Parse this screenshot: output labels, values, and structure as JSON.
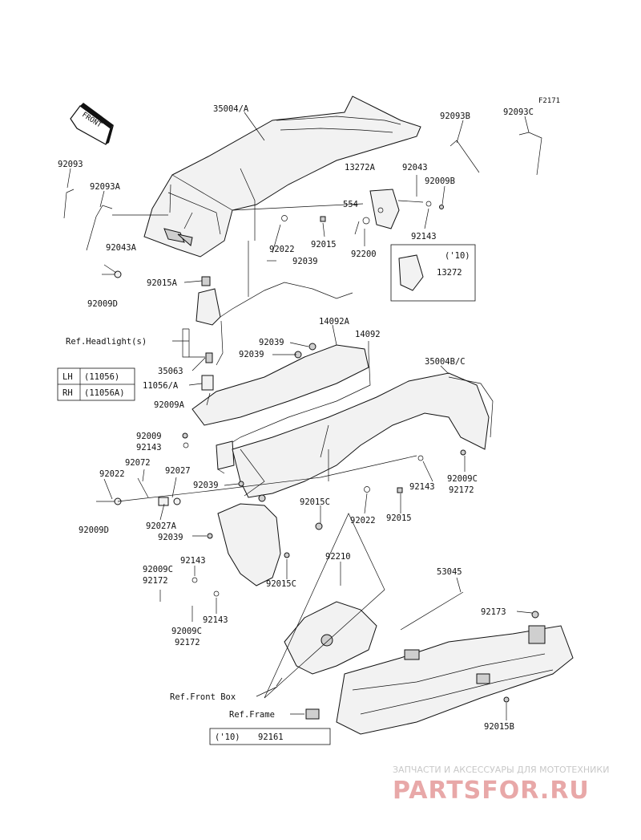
{
  "figure_code": "F2171",
  "front_label": "FRONT",
  "callouts": {
    "c35004A": "35004/A",
    "c92093B": "92093B",
    "c92093C": "92093C",
    "c92093": "92093",
    "c92093A": "92093A",
    "c13272A": "13272A",
    "c92043": "92043",
    "c92009B": "92009B",
    "c554": "554",
    "c92022a": "92022",
    "c92015a": "92015",
    "c92143a": "92143",
    "c92200": "92200",
    "c92039a": "92039",
    "c92043A": "92043A",
    "c92009Da": "92009D",
    "c92015A": "92015A",
    "c10a": "('10)",
    "c13272": "13272",
    "c14092A": "14092A",
    "c14092": "14092",
    "c92039b": "92039",
    "c92039c": "92039",
    "c35063": "35063",
    "c11056A": "11056/A",
    "c92009A": "92009A",
    "c35004BC": "35004B/C",
    "c92009a": "92009",
    "c92143b": "92143",
    "c92072": "92072",
    "c92022b": "92022",
    "c92027": "92027",
    "c92039d": "92039",
    "c92143c": "92143",
    "c92009Ca": "92009C",
    "c92172a": "92172",
    "c92009Db": "92009D",
    "c92027A": "92027A",
    "c92015C": "92015C",
    "c92022c": "92022",
    "c92015b": "92015",
    "c92039e": "92039",
    "c92015Cb": "92015C",
    "c92143d": "92143",
    "c92009Cb": "92009C",
    "c92172b": "92172",
    "c92210": "92210",
    "c92143e": "92143",
    "c92009Cc": "92009C",
    "c92172c": "92172",
    "c53045": "53045",
    "c92173": "92173",
    "c92015B": "92015B",
    "refHeadlight": "Ref.Headlight(s)",
    "refFrontBox": "Ref.Front Box",
    "refFrame": "Ref.Frame",
    "c10b": "('10)",
    "c92161": "92161"
  },
  "variant_table": [
    {
      "side": "LH",
      "code": "(11056)"
    },
    {
      "side": "RH",
      "code": "(11056A)"
    }
  ],
  "watermark": {
    "tagline": "ЗАПЧАСТИ И АКСЕССУАРЫ ДЛЯ МОТОТЕХНИКИ",
    "brand": "PARTSFOR.RU"
  }
}
